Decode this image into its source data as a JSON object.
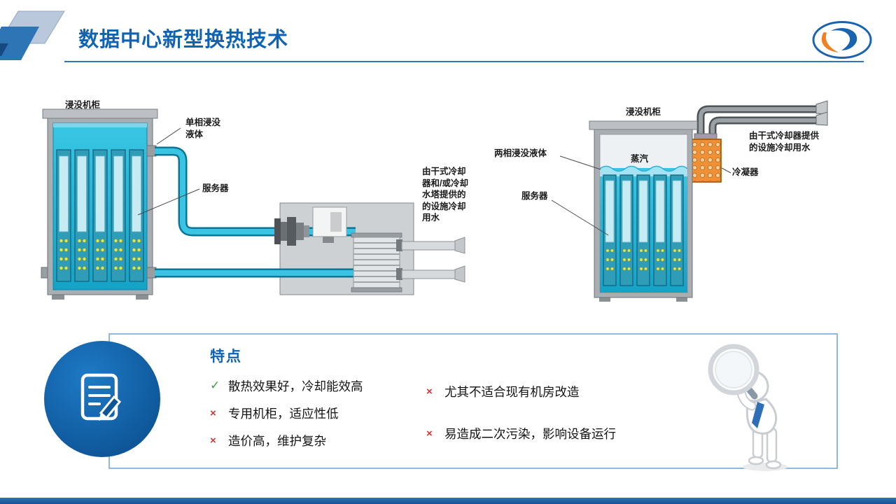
{
  "header": {
    "title": "数据中心新型换热技术"
  },
  "colors": {
    "accent_blue": "#1063b2",
    "liquid_cyan": "#2fc0e0",
    "check_green": "#3f9e3f",
    "cross_red": "#d23535",
    "condenser_orange": "#ef9036"
  },
  "diagram_left": {
    "cabinet_label": "浸没机柜",
    "liquid_label": "单相浸没\n液体",
    "server_label": "服务器",
    "water_label": "由干式冷却\n器和/或冷却\n水塔提供的\n的设施冷却\n用水"
  },
  "diagram_right": {
    "cabinet_label": "浸没机柜",
    "liquid_label": "两相浸没液体",
    "vapor_label": "蒸汽",
    "server_label": "服务器",
    "condenser_label": "冷凝器",
    "water_label": "由干式冷却器提供\n的设施冷却用水"
  },
  "features": {
    "heading": "特点",
    "left": [
      {
        "mark": "✓",
        "text": "散热效果好，冷却能效高"
      },
      {
        "mark": "×",
        "text": "专用机柜，适应性低"
      },
      {
        "mark": "×",
        "text": "造价高，维护复杂"
      }
    ],
    "right": [
      {
        "mark": "×",
        "text": "尤其不适合现有机房改造"
      },
      {
        "mark": "×",
        "text": "易造成二次污染，影响设备运行"
      }
    ]
  }
}
